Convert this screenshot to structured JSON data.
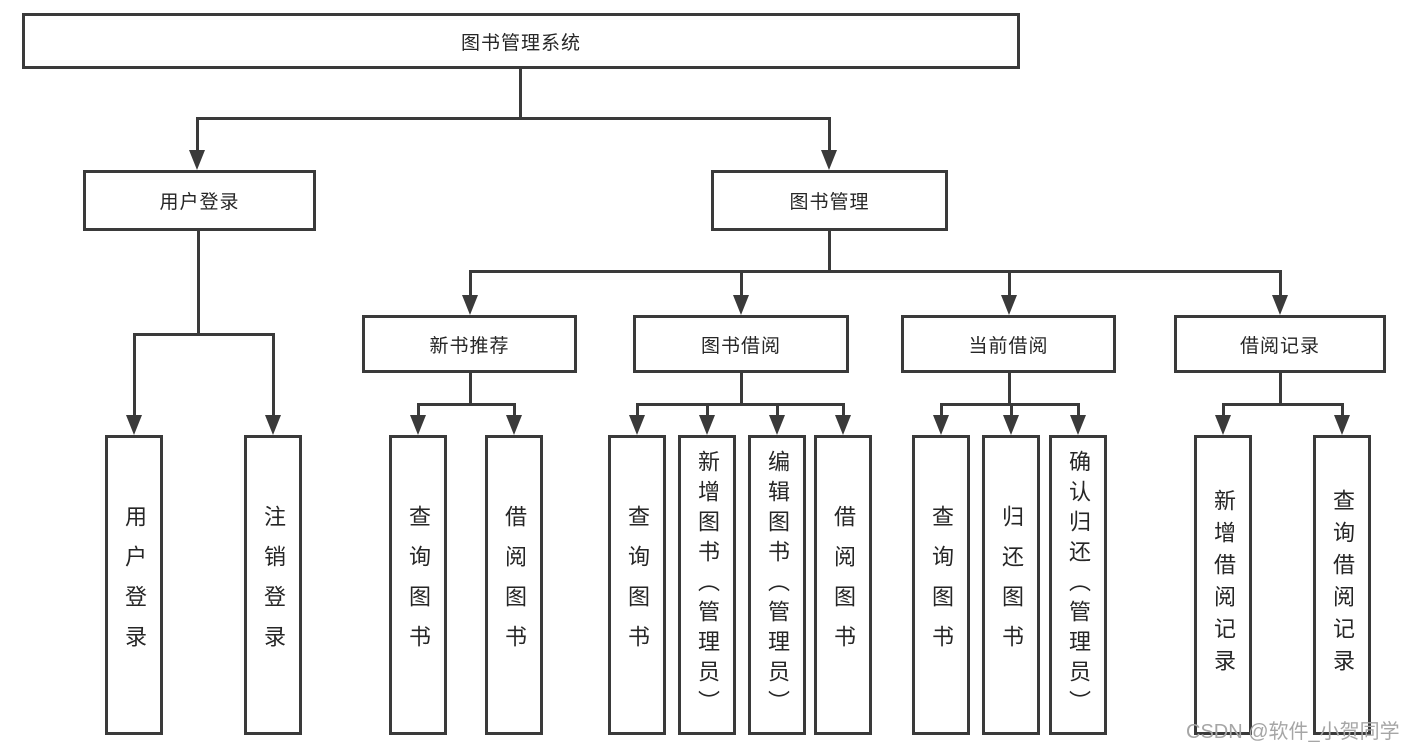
{
  "diagram": {
    "root": "图书管理系统",
    "user_branch": {
      "label": "用户登录",
      "children": [
        {
          "label": "用户登录"
        },
        {
          "label": "注销登录"
        }
      ]
    },
    "book_branch": {
      "label": "图书管理",
      "sections": [
        {
          "label": "新书推荐",
          "children": [
            {
              "label": "查询图书"
            },
            {
              "label": "借阅图书"
            }
          ]
        },
        {
          "label": "图书借阅",
          "children": [
            {
              "label": "查询图书"
            },
            {
              "label": "新增图书（管理员）"
            },
            {
              "label": "编辑图书（管理员）"
            },
            {
              "label": "借阅图书"
            }
          ]
        },
        {
          "label": "当前借阅",
          "children": [
            {
              "label": "查询图书"
            },
            {
              "label": "归还图书"
            },
            {
              "label": "确认归还（管理员）"
            }
          ]
        },
        {
          "label": "借阅记录",
          "children": [
            {
              "label": "新增借阅记录"
            },
            {
              "label": "查询借阅记录"
            }
          ]
        }
      ]
    }
  },
  "watermark": "CSDN @软件_小贺同学",
  "colors": {
    "line": "#3a3a3a",
    "text": "#262626",
    "watermark": "#a6a6a6",
    "background": "#ffffff"
  }
}
